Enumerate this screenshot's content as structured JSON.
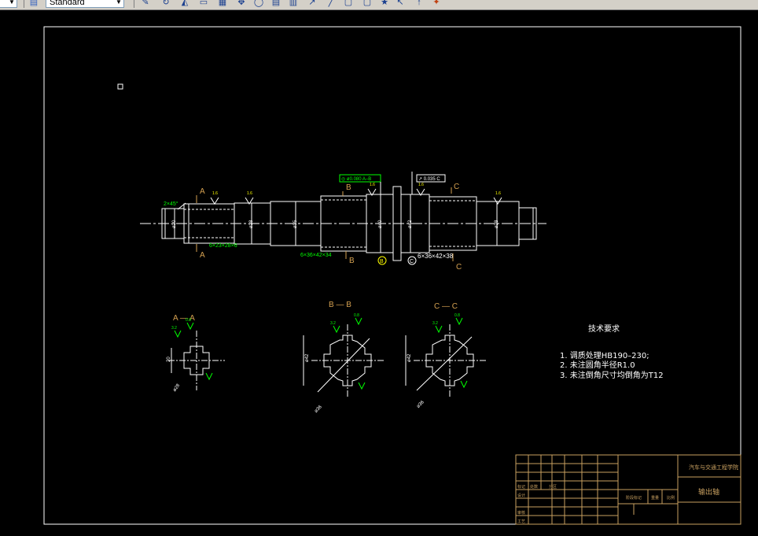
{
  "toolbar": {
    "style_combo_value": "Standard",
    "layer_combo_value": ""
  },
  "drawing": {
    "section_labels": {
      "a_top": "A",
      "a_bottom": "A",
      "b_top": "B",
      "b_bottom": "B",
      "c_top": "C",
      "c_bottom": "C",
      "view_a": "A — A",
      "view_b": "B — B",
      "view_c": "C — C"
    },
    "datum_b": "B",
    "datum_c": "C",
    "shaft_annotations": {
      "chamfer": "2×45°",
      "spline_1": "6×23×28×6",
      "spline_2": "6×36×42×34",
      "spline_3": "6×36×42×38",
      "coaxiality": "◎ ø0.080 A–B",
      "runout": "↗ 0.035 C"
    },
    "roughness_marks": [
      "1.6",
      "1.6",
      "1.6",
      "1.6",
      "1.6",
      "1.6"
    ],
    "diameter_labels": [
      "ø20",
      "ø28",
      "ø35",
      "ø40",
      "ø42",
      "ø42",
      "ø28"
    ],
    "section_dims": {
      "a_height": "20",
      "a_dia": "ø28",
      "b_inner": "ø42",
      "b_outer": "ø36",
      "c_inner": "ø42",
      "c_outer": "ø36"
    },
    "section_roughness": [
      "3.2",
      "0.8",
      "3.2",
      "0.8",
      "3.2",
      "0.8"
    ],
    "tech_req": {
      "title": "技术要求",
      "line1": "1. 调质处理HB190–230;",
      "line2": "2. 未注圆角半径R1.0",
      "line3": "3. 未注倒角尺寸均倒角为T12"
    }
  },
  "title_block": {
    "school": "汽车与交通工程学院",
    "part_name": "输出轴",
    "row_labels": [
      "标记",
      "处数",
      "分区"
    ],
    "design": "设计",
    "check": "审核",
    "process": "工艺",
    "stage": "阶段标记",
    "weight": "重量",
    "scale": "比例"
  },
  "colors": {
    "background": "#000000",
    "line": "#ffffff",
    "dimension": "#00ff00",
    "note": "#ffff00",
    "section": "#d4a050",
    "title_block": "#c8a060",
    "frame": "#ffffff"
  }
}
